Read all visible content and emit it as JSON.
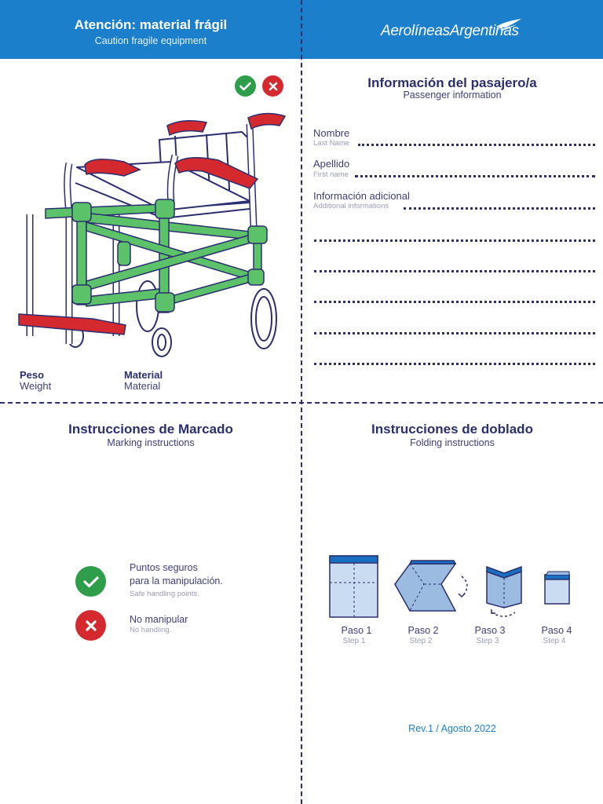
{
  "header": {
    "title": "Atención: material frágil",
    "subtitle": "Caution fragile equipment",
    "brand": "AerolíneasArgentinas"
  },
  "passenger": {
    "title": "Información del pasajero/a",
    "subtitle": "Passenger information",
    "fields": [
      {
        "label": "Nombre",
        "sublabel": "Last Name"
      },
      {
        "label": "Apellido",
        "sublabel": "First name"
      },
      {
        "label": "Información adicional",
        "sublabel": "Additional informations"
      }
    ]
  },
  "equipment": {
    "weight_label": "Peso",
    "weight_sub": "Weight",
    "material_label": "Material",
    "material_sub": "Material"
  },
  "marking": {
    "title": "Instrucciones de Marcado",
    "subtitle": "Marking instructions",
    "safe_line1": "Puntos seguros",
    "safe_line2": "para la manipulación.",
    "safe_sub": "Safe handling points.",
    "nohandle": "No manipular",
    "nohandle_sub": "No handling."
  },
  "folding": {
    "title": "Instrucciones de doblado",
    "subtitle": "Folding instructions",
    "steps": [
      {
        "label": "Paso 1",
        "sub": "Step 1"
      },
      {
        "label": "Paso 2",
        "sub": "Step 2"
      },
      {
        "label": "Paso 3",
        "sub": "Step 3"
      },
      {
        "label": "Paso 4",
        "sub": "Step 4"
      }
    ]
  },
  "footer": {
    "revision": "Rev.1 / Agosto 2022"
  },
  "colors": {
    "brand_blue": "#1b7fcb",
    "navy": "#2b2e6f",
    "safe_green": "#2e9e4b",
    "no_red": "#d42a2f"
  },
  "icons": [
    "checkmark-icon",
    "cross-icon",
    "wheelchair-illustration",
    "airline-bird-logo"
  ]
}
